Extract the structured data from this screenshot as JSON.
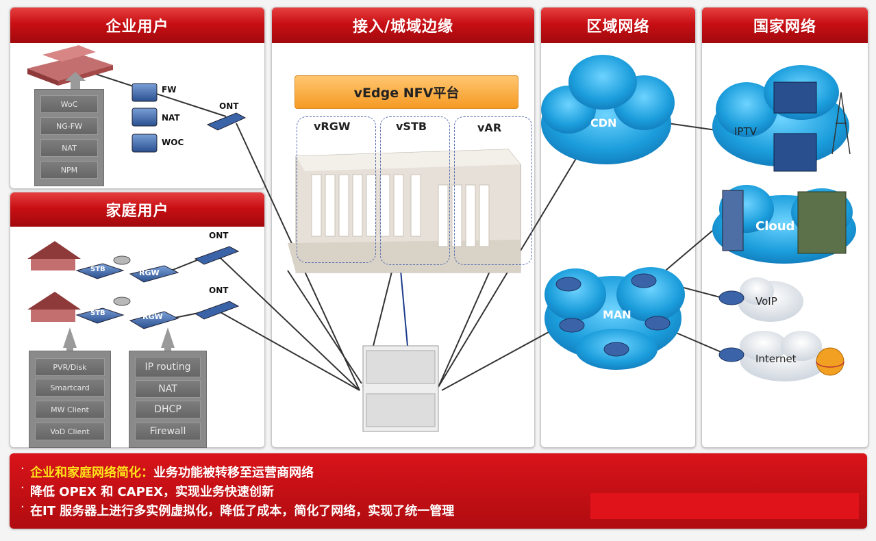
{
  "columns": {
    "enterprise": "企业用户",
    "access": "接入/城域边缘",
    "regional": "区域网络",
    "national": "国家网络"
  },
  "home_header": "家庭用户",
  "enterprise_stack": [
    "WoC",
    "NG-FW",
    "NAT",
    "NPM"
  ],
  "enterprise_devices": {
    "fw": "FW",
    "nat": "NAT",
    "woc": "WOC",
    "ont": "ONT"
  },
  "home_devices": {
    "stb": "STB",
    "rgw": "RGW",
    "ont": "ONT"
  },
  "stb_stack": [
    "PVR/Disk",
    "Smartcard",
    "MW Client",
    "VoD Client"
  ],
  "rgw_stack": [
    "IP routing",
    "NAT",
    "DHCP",
    "Firewall"
  ],
  "nfv": {
    "title": "vEdge NFV平台",
    "vnfs": [
      "vRGW",
      "vSTB",
      "vAR"
    ]
  },
  "clouds": {
    "cdn": "CDN",
    "man": "MAN",
    "iptv": "IPTV",
    "cloud": "Cloud",
    "voip": "VoIP",
    "internet": "Internet"
  },
  "bullets": [
    {
      "highlight": "企业和家庭网络简化：",
      "text": "业务功能被转移至运营商网络"
    },
    {
      "highlight": "",
      "text": "降低 OPEX 和 CAPEX，实现业务快速创新"
    },
    {
      "highlight": "",
      "text": "在IT 服务器上进行多实例虚拟化，降低了成本，简化了网络，实现了统一管理"
    }
  ],
  "colors": {
    "header_red": "#c80f14",
    "highlight_yellow": "#ffe21a",
    "nfv_orange": "#f59a24",
    "cloud_blue": "#1fa2e0"
  }
}
